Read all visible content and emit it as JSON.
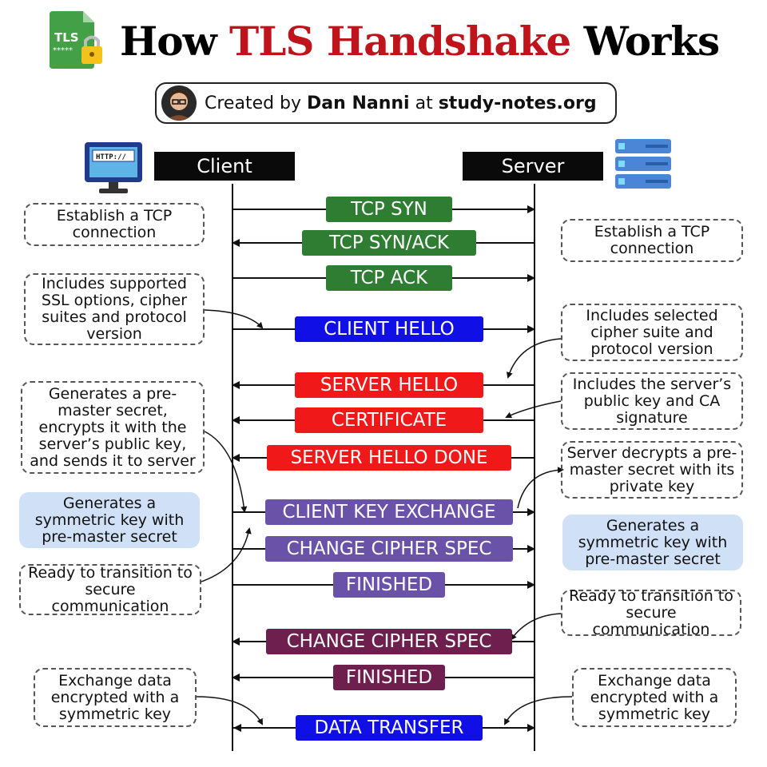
{
  "header": {
    "title_pre": "How ",
    "title_highlight": "TLS Handshake",
    "title_post": " Works",
    "tls_icon_text": "TLS",
    "credit_pre": "Created by ",
    "credit_author": "Dan Nanni",
    "credit_mid": " at ",
    "credit_site": "study-notes.org"
  },
  "actors": {
    "client": "Client",
    "server": "Server",
    "client_icon_text": "HTTP://"
  },
  "colors": {
    "tcp": "#2e7d32",
    "client_hello": "#1010e6",
    "server_msgs": "#f01818",
    "client_exchange": "#6a52a8",
    "server_finish": "#6e1f4e",
    "data_transfer": "#1010e6"
  },
  "messages": [
    {
      "label": "TCP SYN",
      "direction": "to-server",
      "color": "#2e7d32"
    },
    {
      "label": "TCP SYN/ACK",
      "direction": "to-client",
      "color": "#2e7d32"
    },
    {
      "label": "TCP ACK",
      "direction": "to-server",
      "color": "#2e7d32"
    },
    {
      "label": "CLIENT HELLO",
      "direction": "to-server",
      "color": "#1010e6"
    },
    {
      "label": "SERVER HELLO",
      "direction": "to-client",
      "color": "#f01818"
    },
    {
      "label": "CERTIFICATE",
      "direction": "to-client",
      "color": "#f01818"
    },
    {
      "label": "SERVER HELLO DONE",
      "direction": "to-client",
      "color": "#f01818"
    },
    {
      "label": "CLIENT KEY EXCHANGE",
      "direction": "to-server",
      "color": "#6a52a8"
    },
    {
      "label": "CHANGE CIPHER SPEC",
      "direction": "to-server",
      "color": "#6a52a8"
    },
    {
      "label": "FINISHED",
      "direction": "to-server",
      "color": "#6a52a8"
    },
    {
      "label": "CHANGE CIPHER SPEC",
      "direction": "to-client",
      "color": "#6e1f4e"
    },
    {
      "label": "FINISHED",
      "direction": "to-client",
      "color": "#6e1f4e"
    },
    {
      "label": "DATA TRANSFER",
      "direction": "both",
      "color": "#1010e6"
    }
  ],
  "notes": {
    "client": [
      "Establish a TCP connection",
      "Includes supported SSL options, cipher suites and protocol version",
      "Generates a pre-master secret, encrypts it with the server’s public key, and sends it to server",
      "Generates a symmetric key with pre-master secret",
      "Ready to transition to secure communication",
      "Exchange data encrypted with a symmetric key"
    ],
    "server": [
      "Establish a TCP connection",
      "Includes selected cipher suite and protocol version",
      "Includes the server’s public key and CA signature",
      "Server decrypts a pre-master secret with its private key",
      "Generates a symmetric key with pre-master secret",
      "Ready to transition to secure communication",
      "Exchange data encrypted with a symmetric key"
    ]
  }
}
